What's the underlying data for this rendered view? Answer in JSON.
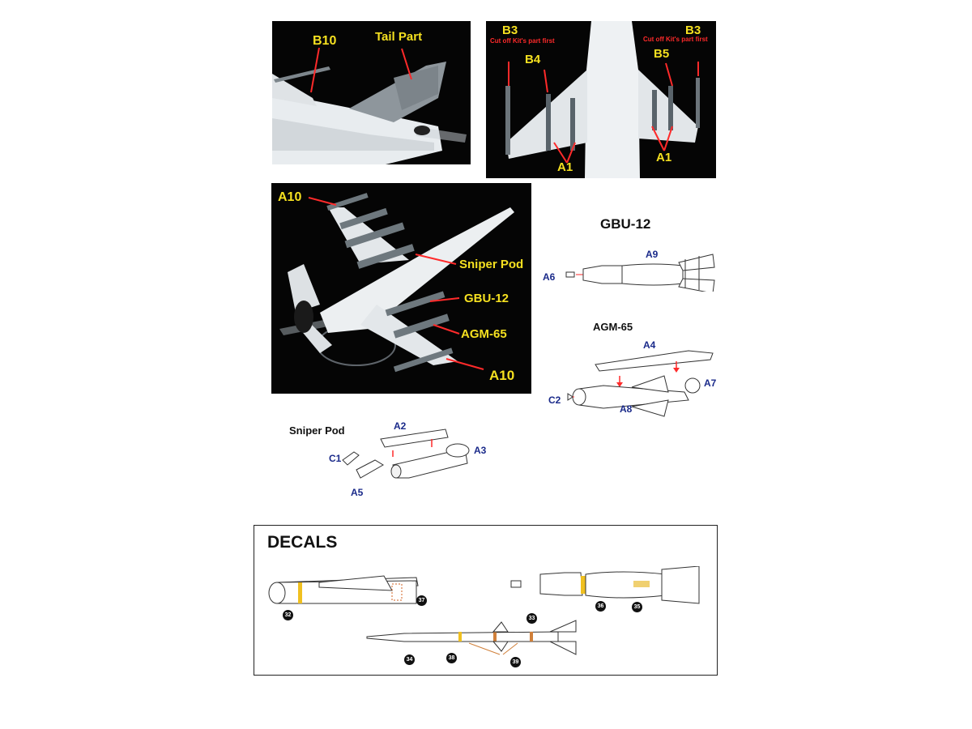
{
  "photo1": {
    "labels": {
      "b10": "B10",
      "tail": "Tail Part"
    }
  },
  "photo2": {
    "labels": {
      "b3_left": "B3",
      "b3_right": "B3",
      "cut_left": "Cut off Kit's part first",
      "cut_right": "Cut off Kit's part first",
      "b4": "B4",
      "b5": "B5",
      "a1_left": "A1",
      "a1_right": "A1"
    }
  },
  "photo3": {
    "labels": {
      "a10_top": "A10",
      "sniper": "Sniper Pod",
      "gbu": "GBU-12",
      "agm": "AGM-65",
      "a10_bottom": "A10"
    }
  },
  "gbu12": {
    "title": "GBU-12",
    "a9": "A9",
    "a6": "A6"
  },
  "agm65": {
    "title": "AGM-65",
    "a4": "A4",
    "a7": "A7",
    "a8": "A8",
    "c2": "C2"
  },
  "sniper_pod": {
    "title": "Sniper Pod",
    "a2": "A2",
    "a3": "A3",
    "c1": "C1",
    "a5": "A5"
  },
  "decals": {
    "title": "DECALS",
    "numbers": {
      "n32": "32",
      "n37": "37",
      "n36": "36",
      "n35": "35",
      "n33": "33",
      "n34": "34",
      "n38": "38",
      "n39": "39"
    }
  },
  "colors": {
    "label_yellow": "#f5e020",
    "label_red": "#ff2a2a",
    "part_blue": "#1a2a8a",
    "photo_bg": "#000000"
  }
}
